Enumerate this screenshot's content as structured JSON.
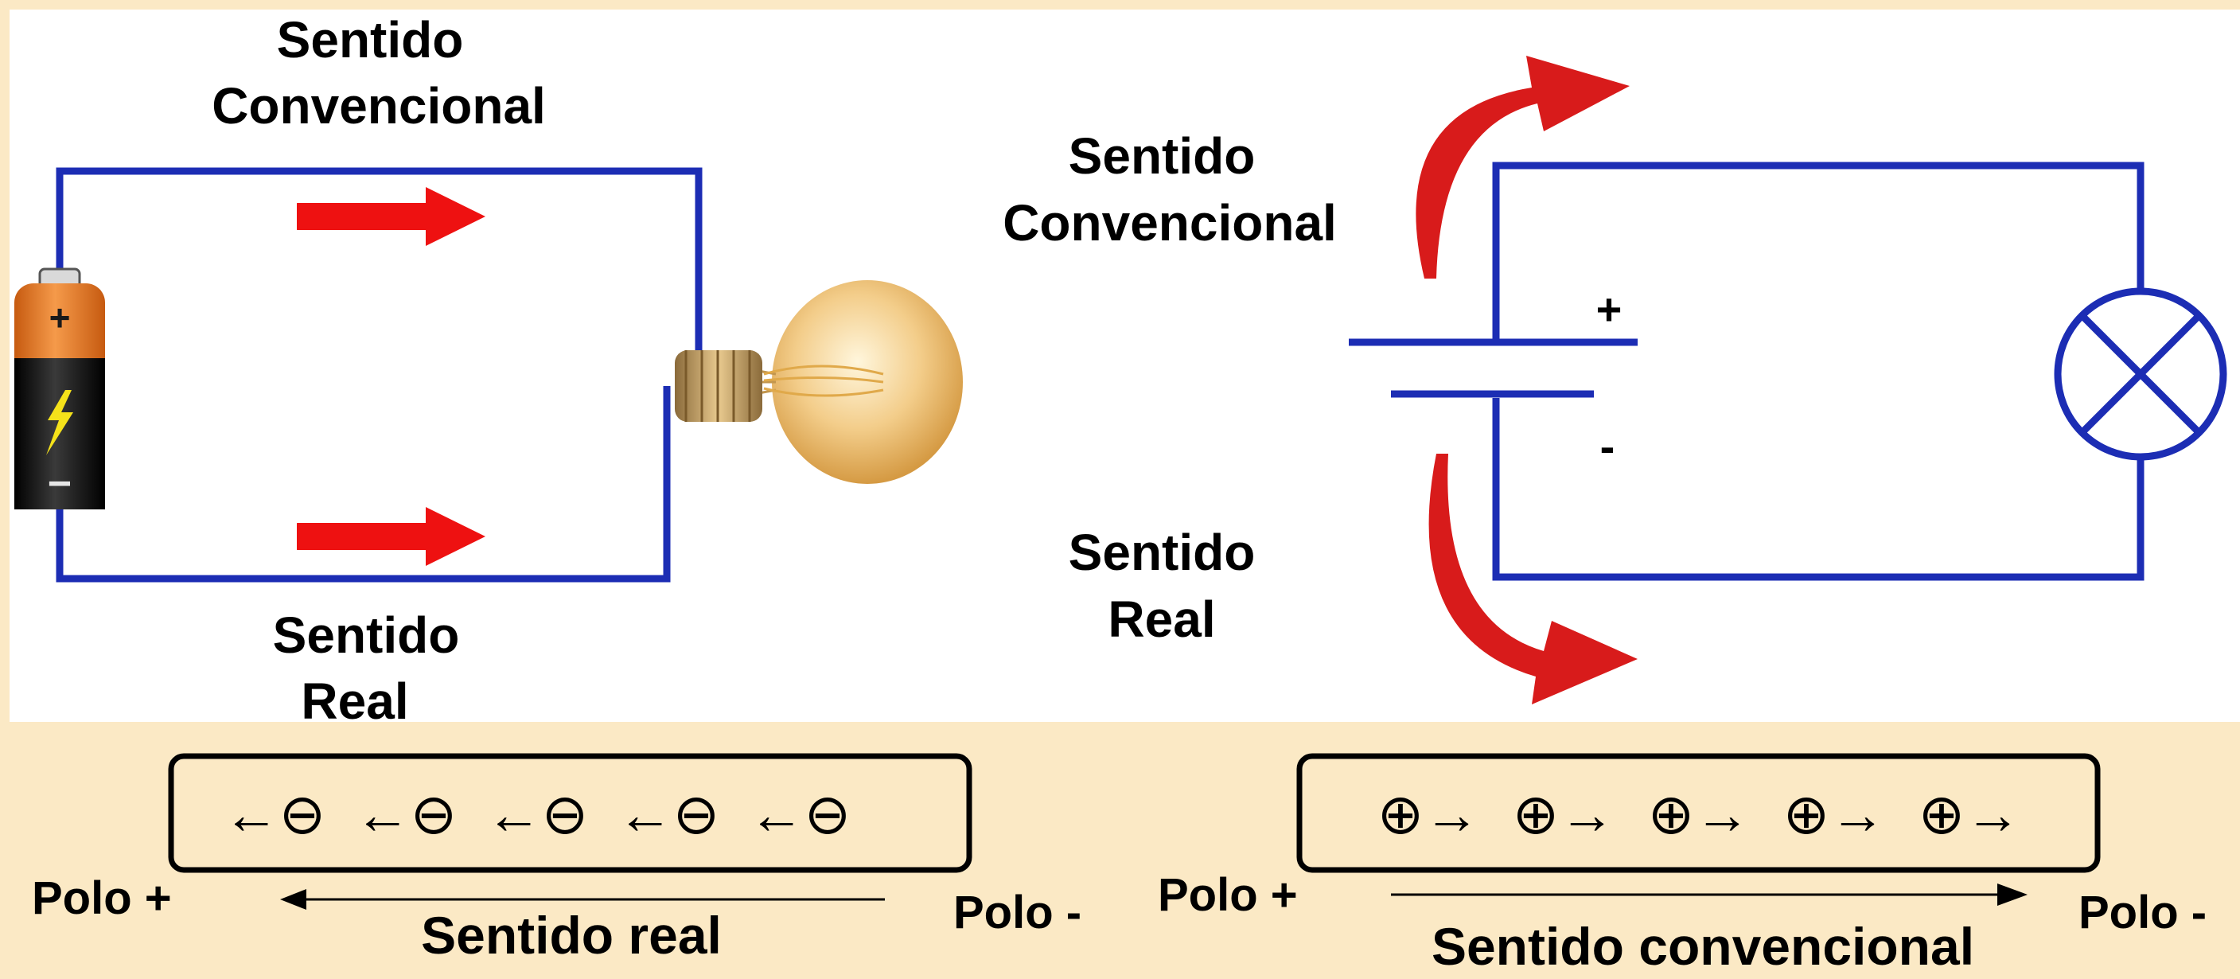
{
  "top_left": {
    "label_conventional_line1": "Sentido",
    "label_conventional_line2": "Convencional",
    "label_real_line1": "Sentido",
    "label_real_line2": "Real",
    "battery_plus": "+",
    "battery_minus": "−"
  },
  "top_right": {
    "label_conventional_line1": "Sentido",
    "label_conventional_line2": "Convencional",
    "label_real_line1": "Sentido",
    "label_real_line2": "Real",
    "plus_sign": "+",
    "minus_sign": "-"
  },
  "bottom_left": {
    "charges": [
      "←⊖",
      "←⊖",
      "←⊖",
      "←⊖",
      "←⊖"
    ],
    "pole_left": "Polo +",
    "pole_right": "Polo -",
    "direction_label": "Sentido real"
  },
  "bottom_right": {
    "charges": [
      "⊕→",
      "⊕→",
      "⊕→",
      "⊕→",
      "⊕→"
    ],
    "pole_left": "Polo +",
    "pole_right": "Polo -",
    "direction_label": "Sentido convencional"
  },
  "colors": {
    "background": "#fbe9c5",
    "panel": "#ffffff",
    "wire": "#1c2db4",
    "arrow": "#ee1111",
    "curved_arrow": "#d81b1b"
  }
}
